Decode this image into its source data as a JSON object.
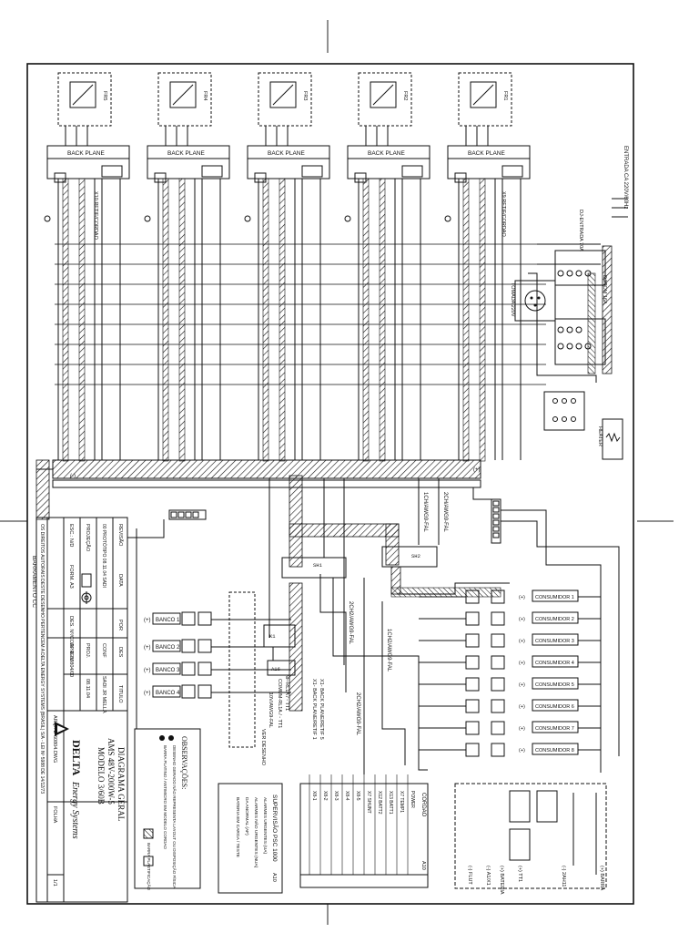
{
  "modules": [
    {
      "id": "FR5",
      "backplane": "BACK PLANE"
    },
    {
      "id": "FR4",
      "backplane": "BACK PLANE"
    },
    {
      "id": "FR3",
      "backplane": "BACK PLANE"
    },
    {
      "id": "FR2",
      "backplane": "BACK PLANE"
    },
    {
      "id": "FR1",
      "backplane": "BACK PLANE"
    }
  ],
  "connectors": {
    "x10": "X10 RETIF/CORDAO",
    "x9": "X9 RETIF/CORDAO",
    "entrada": "ENTRADA CA 220V/60Hz",
    "tomada": "TOMADA 220V",
    "disjuntor_ca": "DJ-ENTRADA 70A",
    "disjuntor_t": "DJ/TOM 16A",
    "barramento": "BARRAMENTO CC",
    "heater": "HEATER"
  },
  "wire_labels": [
    "1CH/AWG9-FAL",
    "2CH/AWG9-FAL",
    "2CH2/AWG9-FAL",
    "1CH2/AWG9-FAL",
    "2CH2/AWG9-FAL",
    "10V/AWG9-FAL",
    "1GV/AWG9-FAL"
  ],
  "bancos": [
    "BANCO 1",
    "BANCO 2",
    "BANCO 3",
    "BANCO 4"
  ],
  "consumidores": [
    "CONSUMIDOR 1",
    "CONSUMIDOR 2",
    "CONSUMIDOR 3",
    "CONSUMIDOR 4",
    "CONSUMIDOR 5",
    "CONSUMIDOR 6",
    "CONSUMIDOR 7",
    "CONSUMIDOR 8"
  ],
  "signals": {
    "nf_rl1a": "NF-RL1A / - TT1",
    "comum_rl1a": "COMUM-RL1A / - TT1",
    "x1_bp": "X1- BACK PLANE/RETIF 1",
    "x1_bp2": "X1- BACK PLANE/RETIF 5",
    "vem_deseno": "VER DESENHO",
    "cordao": "CORDAO"
  },
  "supervisao": {
    "title": "SUPERVISÃO PSC 1000",
    "a10": "A10",
    "alarms": [
      "ALARMES URGENTES (UA)",
      "ALARMES NÃO URGENTES (NUA)",
      "DA ANORMAL (AF)",
      "BATERIA EM CARGA / TESTE"
    ],
    "inputs": [
      "X8-1",
      "X8-2",
      "X8-3",
      "X8-4",
      "X8-5",
      "X7 SHUNT",
      "X12 BATT2",
      "X13 BATT1",
      "X7 TEMP1",
      "POWER"
    ]
  },
  "observacoes": {
    "title": "OBSERVAÇÕES:",
    "notes": [
      "DESENHO GERADO NÃO REPRESENTA LAYOUT OU DISPOSIÇÃO FÍSICA",
      "BARRA PLATINO / ANTIMICRO EM MODELO CORDAO",
      "BARRA PLASTIFICAÇÃO"
    ]
  },
  "right_labels": {
    "barra": "(+) BARRA",
    "flut": "(-) FLUT",
    "bateria": "(+) BATERIA",
    "ax1": "(-) A1/X1",
    "tt1": "(+) TT1",
    "x4_2": "(-) 2AH11"
  },
  "title_block": {
    "revisao": "REVISÃO",
    "data": "DATA",
    "por": "POR",
    "des": "DES",
    "titulo": "TITULO",
    "rev_row": "00 PROTÓTIPO 08.11.04 SADI",
    "conf": "CONF",
    "proj": "PROJ.",
    "aprov": "APROV",
    "des_name": "SADI JR MELLA",
    "des_date": "08.11.04",
    "projecao": "PROJEÇÃO",
    "esc": "ESC.: N/D",
    "form": "FORM. A3",
    "des_n": "DES. Nº/COD.: E-60804/00",
    "arq": "ARQ.: E-60804.DWG",
    "folha": "FOLHA",
    "folha_v": "1/1",
    "direitos": "OS DIREITOS AUTORAIS DESTE DESENHO PERTENCEM A DELTA ENERGY SYSTEMS (BRASIL) S/A - LEI Nº 5988 DE 14/12/73",
    "diagram_title": "DIAGRAMA GERAL",
    "model": "AMS 48V-2000W-5",
    "model2": "MODELO 3/60B",
    "brand": "DELTA",
    "brand_sub": "Energy Systems"
  }
}
